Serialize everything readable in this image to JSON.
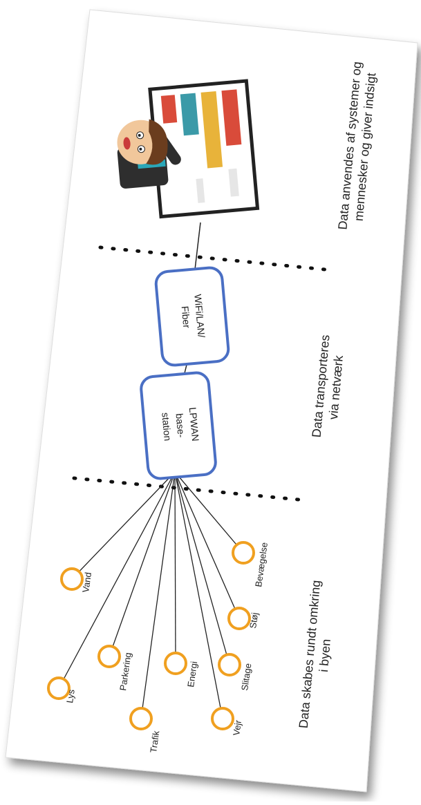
{
  "colors": {
    "box_border": "#4a6fc4",
    "sensor_ring": "#f0a020",
    "bar_red": "#d94b3a",
    "bar_yellow": "#e8b33a",
    "bar_teal": "#3b9aa8",
    "line": "#222222",
    "dots": "#111111"
  },
  "sensors": [
    {
      "id": "lys",
      "label": "Lys"
    },
    {
      "id": "vand",
      "label": "Vand"
    },
    {
      "id": "parkering",
      "label": "Parkering"
    },
    {
      "id": "trafik",
      "label": "Trafik"
    },
    {
      "id": "energi",
      "label": "Energi"
    },
    {
      "id": "vejr",
      "label": "Vejr"
    },
    {
      "id": "slitage",
      "label": "Slitage"
    },
    {
      "id": "stoj",
      "label": "Støj"
    },
    {
      "id": "bevaegelse",
      "label": "Bevægelse"
    }
  ],
  "boxes": {
    "lpwan": [
      "LPWAN",
      "base-",
      "station"
    ],
    "wifi": [
      "WiFi/LAN/",
      "Fiber"
    ]
  },
  "captions": {
    "created": [
      "Data skabes rundt omkring",
      "i byen"
    ],
    "transported": [
      "Data transporteres",
      "via netværk"
    ],
    "used": [
      "Data anvendes af systemer og",
      "mennesker og giver indsigt"
    ]
  },
  "icons": {
    "presenter": "presenter-with-bar-chart-icon",
    "sensor": "sensor-circle-icon"
  }
}
